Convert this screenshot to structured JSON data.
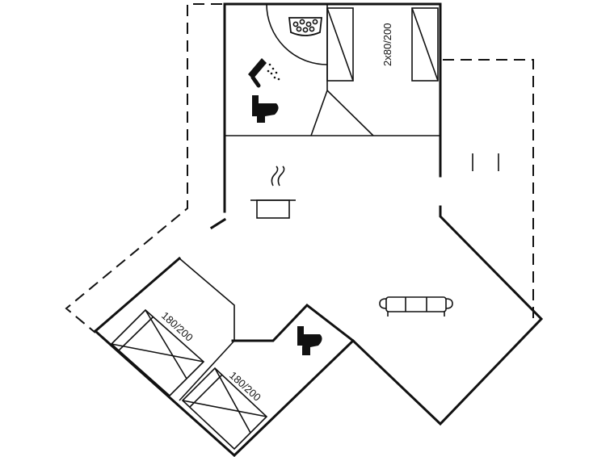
{
  "labels": {
    "bunk_beds": "2x80/200",
    "bed_left": "180/200",
    "bed_bottom": "180/200"
  },
  "icons": [
    "whirlpool-icon",
    "shower-icon",
    "toilet-icon",
    "cooking-pot-icon",
    "sofa-icon",
    "toilet-icon"
  ],
  "colors": {
    "line": "#111111",
    "background": "#ffffff"
  }
}
